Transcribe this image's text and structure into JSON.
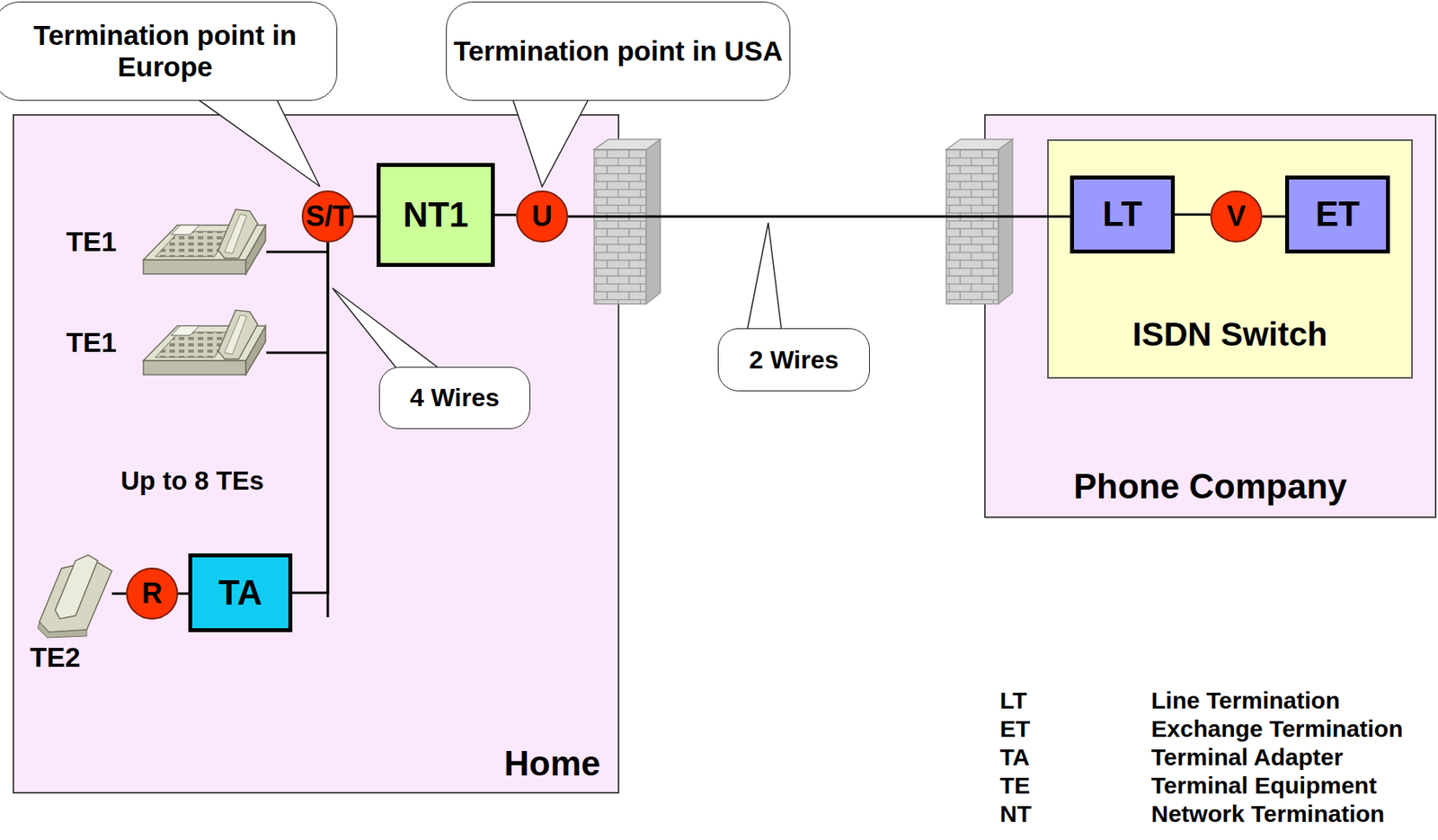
{
  "diagram": {
    "nodes": [
      {
        "text": [
          "Termination point in Europe"
        ]
      },
      {
        "text": [
          "Termination point in USA"
        ]
      },
      {
        "text": [
          "Home"
        ]
      },
      {
        "text": [
          "S/T"
        ],
        "in": 2
      },
      {
        "text": [
          "NT1"
        ],
        "in": 2
      },
      {
        "text": [
          "U"
        ],
        "in": 2
      },
      {
        "text": [
          "4 Wires"
        ],
        "in": 2
      },
      {
        "text": [
          "R"
        ],
        "in": 2
      },
      {
        "text": [
          "TA"
        ],
        "in": 2
      },
      {
        "text": [
          "2 Wires"
        ]
      },
      {
        "text": [
          "Phone Company"
        ]
      },
      {
        "text": [
          "ISDN Switch"
        ],
        "in": 10
      },
      {
        "text": [
          "LT"
        ],
        "in": 11
      },
      {
        "text": [
          "V"
        ],
        "in": 11
      },
      {
        "text": [
          "ET"
        ],
        "in": 11
      }
    ],
    "edges": [
      {
        "from": 3,
        "to": 4,
        "arrow": "none"
      },
      {
        "from": 4,
        "to": 5,
        "arrow": "none"
      },
      {
        "from": 5,
        "to": 12,
        "arrow": "none"
      },
      {
        "from": 12,
        "to": 13,
        "arrow": "none"
      },
      {
        "from": 13,
        "to": 14,
        "arrow": "none"
      },
      {
        "from": 7,
        "to": 8,
        "arrow": "none"
      },
      {
        "from": 8,
        "to": 3,
        "arrow": "none"
      }
    ],
    "labels": [
      "TE1",
      "TE1",
      "Up to 8 TEs",
      "TE2",
      "LT",
      "Line Termination",
      "ET",
      "Exchange Termination",
      "TA",
      "Terminal Adapter",
      "TE",
      "Terminal Equipment",
      "NT",
      "Network Termination"
    ]
  }
}
